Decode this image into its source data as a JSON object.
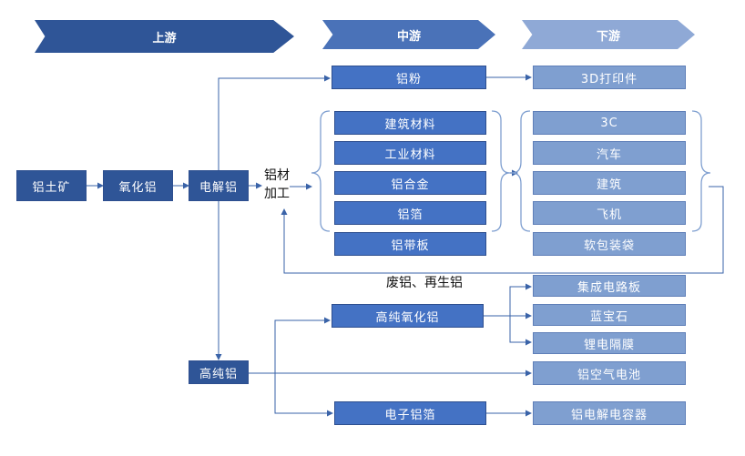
{
  "stages": {
    "upstream": "上游",
    "midstream": "中游",
    "downstream": "下游"
  },
  "up": {
    "bauxite": "铝土矿",
    "alumina": "氧化铝",
    "electrolytic": "电解铝",
    "processing_1": "铝材",
    "processing_2": "加工",
    "high_purity": "高纯铝"
  },
  "mid": {
    "powder": "铝粉",
    "building_material": "建筑材料",
    "industrial_material": "工业材料",
    "alloy": "铝合金",
    "foil": "铝箔",
    "strip": "铝带板",
    "hp_alumina": "高纯氧化铝",
    "electronic_foil": "电子铝箔"
  },
  "recycle_label": "废铝、再生铝",
  "down": {
    "print_3d": "3D打印件",
    "c3": "3C",
    "auto": "汽车",
    "construction": "建筑",
    "aircraft": "飞机",
    "packaging": "软包装袋",
    "ic_board": "集成电路板",
    "sapphire": "蓝宝石",
    "separator": "锂电隔膜",
    "air_battery": "铝空气电池",
    "capacitor": "铝电解电容器"
  }
}
